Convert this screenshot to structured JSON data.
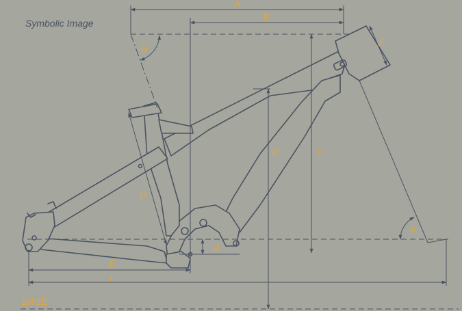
{
  "caption": "Symbolic Image",
  "labels": {
    "A": "A",
    "B": "B",
    "C": "C",
    "D": "D",
    "E": "E",
    "F": "F",
    "G": "G",
    "H": "H",
    "I": "I",
    "J": "J",
    "K": "K"
  },
  "base_label": "BASE",
  "colors": {
    "background": "#a5a69e",
    "line": "#4a5360",
    "label": "#e3a53c"
  }
}
